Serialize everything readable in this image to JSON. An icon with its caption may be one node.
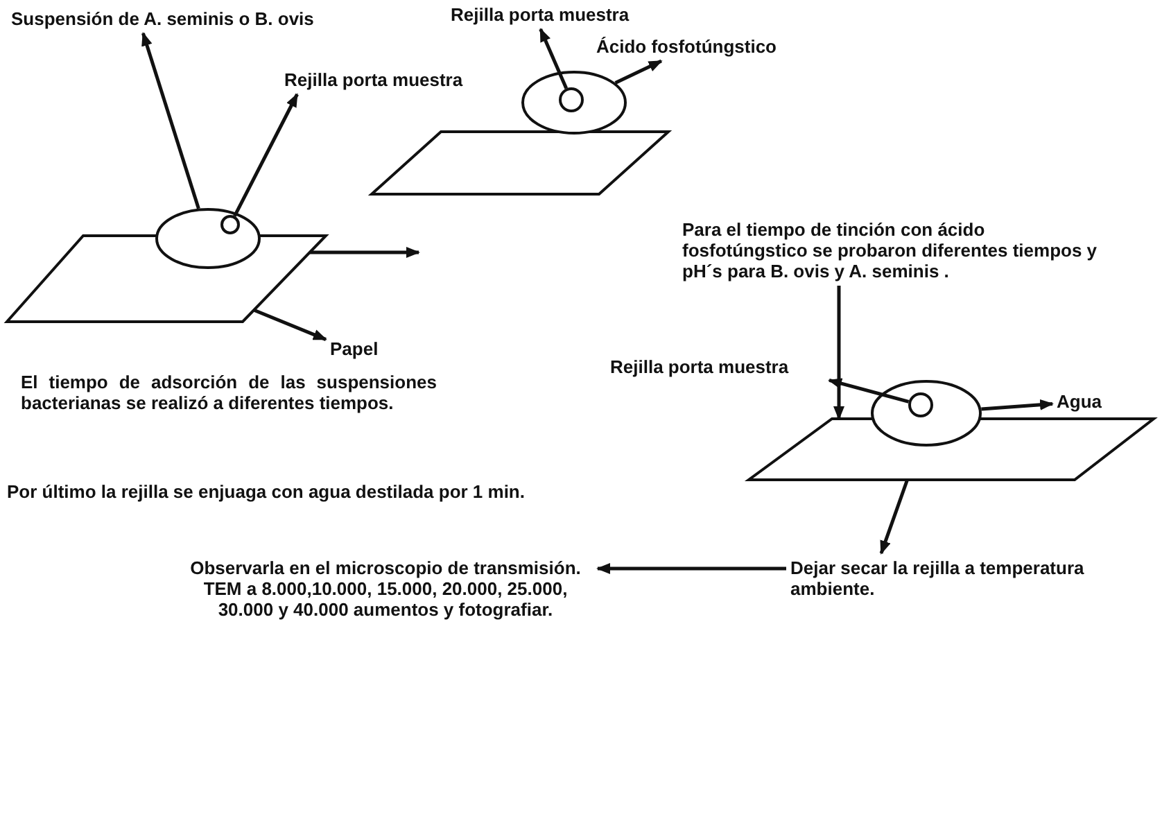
{
  "diagram": {
    "nodes": [
      {
        "text": [
          "Suspensión de A. seminis o B. ovis"
        ]
      },
      {
        "text": [],
        "shape": "circle"
      },
      {
        "text": [
          "Rejilla porta muestra"
        ]
      },
      {
        "text": [],
        "shape": "circle",
        "in": 1
      },
      {
        "text": [],
        "shape": "box"
      },
      {
        "text": [
          "Papel"
        ]
      },
      {
        "text": [
          "Rejilla porta muestra"
        ]
      },
      {
        "text": [
          "Ácido fosfotúngstico"
        ]
      },
      {
        "text": [],
        "shape": "circle"
      },
      {
        "text": [],
        "shape": "circle",
        "in": 8
      },
      {
        "text": [],
        "shape": "box"
      },
      {
        "text": [
          "Para el tiempo de tinción con ácido fosfotúngstico se probaron diferentes tiempos y pH´s para B. ovis y A. seminis ."
        ]
      },
      {
        "text": [
          "Rejilla porta muestra"
        ]
      },
      {
        "text": [
          "Agua"
        ]
      },
      {
        "text": [],
        "shape": "circle"
      },
      {
        "text": [],
        "shape": "circle",
        "in": 14
      },
      {
        "text": [],
        "shape": "box"
      },
      {
        "text": [
          "Dejar secar la rejilla a temperatura ambiente."
        ]
      },
      {
        "text": [
          "Observarla en el microscopio de transmisión. TEM a 8.000,10.000, 15.000, 20.000, 25.000, 30.000 y 40.000 aumentos y fotografiar."
        ]
      }
    ],
    "edges": [
      {
        "from": 1,
        "to": 0,
        "arrow": "to"
      },
      {
        "from": 3,
        "to": 2,
        "arrow": "to"
      },
      {
        "from": 4,
        "to": 5,
        "arrow": "to"
      },
      {
        "from": 4,
        "to": null,
        "arrow": "to"
      },
      {
        "from": 9,
        "to": 6,
        "arrow": "to"
      },
      {
        "from": 8,
        "to": 7,
        "arrow": "to"
      },
      {
        "from": 11,
        "to": 16,
        "arrow": "to"
      },
      {
        "from": 15,
        "to": 12,
        "arrow": "to"
      },
      {
        "from": 14,
        "to": 13,
        "arrow": "to"
      },
      {
        "from": 16,
        "to": 17,
        "arrow": "to"
      },
      {
        "from": 17,
        "to": 18,
        "arrow": "to"
      }
    ],
    "labels": [
      "El tiempo de adsorción de las suspensiones bacterianas se realizó a diferentes tiempos.",
      "Por último la rejilla se enjuaga con agua destilada por 1 min."
    ]
  }
}
